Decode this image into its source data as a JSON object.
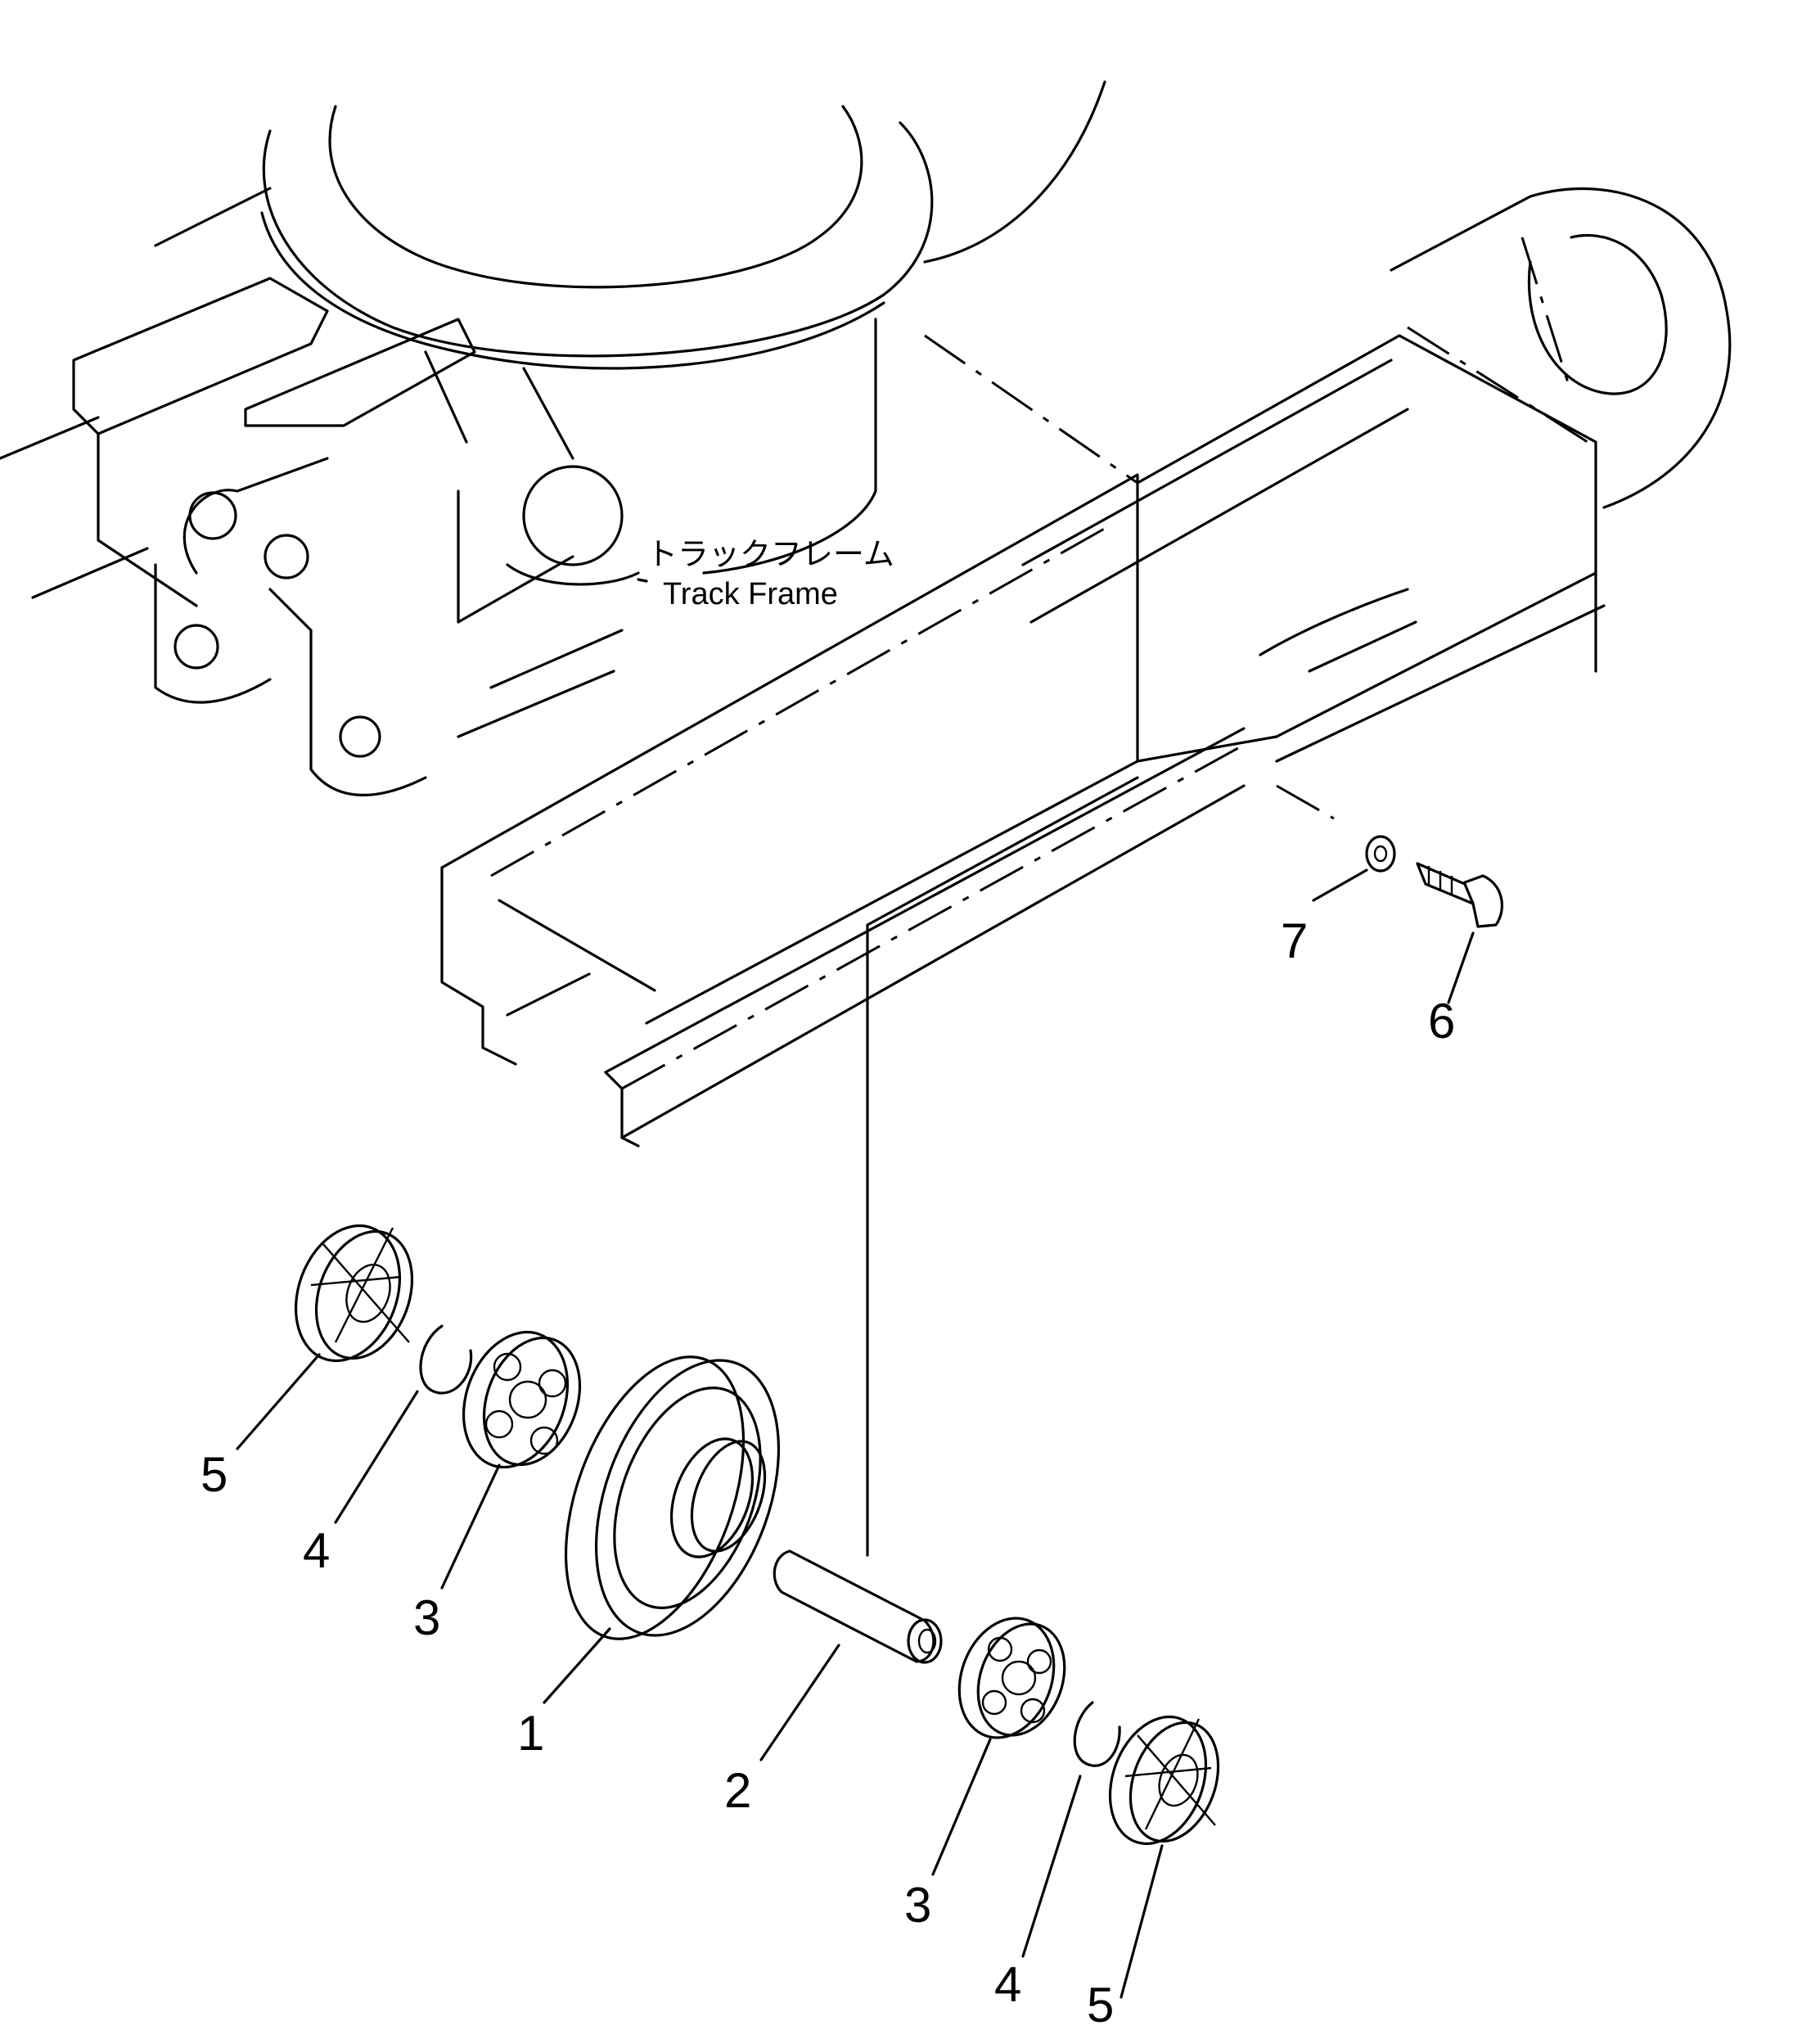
{
  "labels": {
    "frame_jp": "トラックフレーム",
    "frame_en": "Track Frame"
  },
  "callouts": {
    "c1": "1",
    "c2": "2",
    "c3a": "3",
    "c3b": "3",
    "c4a": "4",
    "c4b": "4",
    "c5a": "5",
    "c5b": "5",
    "c6": "6",
    "c7": "7"
  }
}
